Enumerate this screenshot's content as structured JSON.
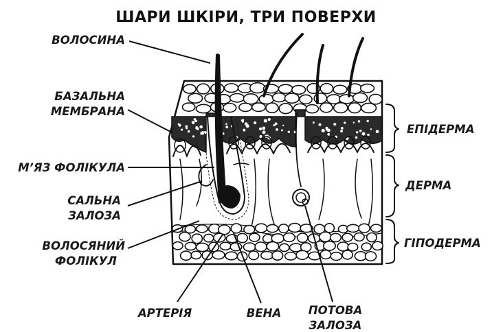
{
  "title": "ШАРИ ШКІРИ, ТРИ ПОВЕРХИ",
  "labels": {
    "hair": "ВОЛОСИНА",
    "basal_membrane_1": "БАЗАЛЬНА",
    "basal_membrane_2": "МЕМБРАНА",
    "follicle_muscle": "М’ЯЗ ФОЛІКУЛА",
    "sebaceous_1": "САЛЬНА",
    "sebaceous_2": "ЗАЛОЗА",
    "hair_follicle_1": "ВОЛОСЯНИЙ",
    "hair_follicle_2": "ФОЛІКУЛ",
    "artery": "АРТЕРІЯ",
    "vein": "ВЕНА",
    "sweat_1": "ПОТОВА",
    "sweat_2": "ЗАЛОЗА",
    "epidermis": "ЕПІДЕРМА",
    "dermis": "ДЕРМА",
    "hypodermis": "ГІПОДЕРМА"
  }
}
